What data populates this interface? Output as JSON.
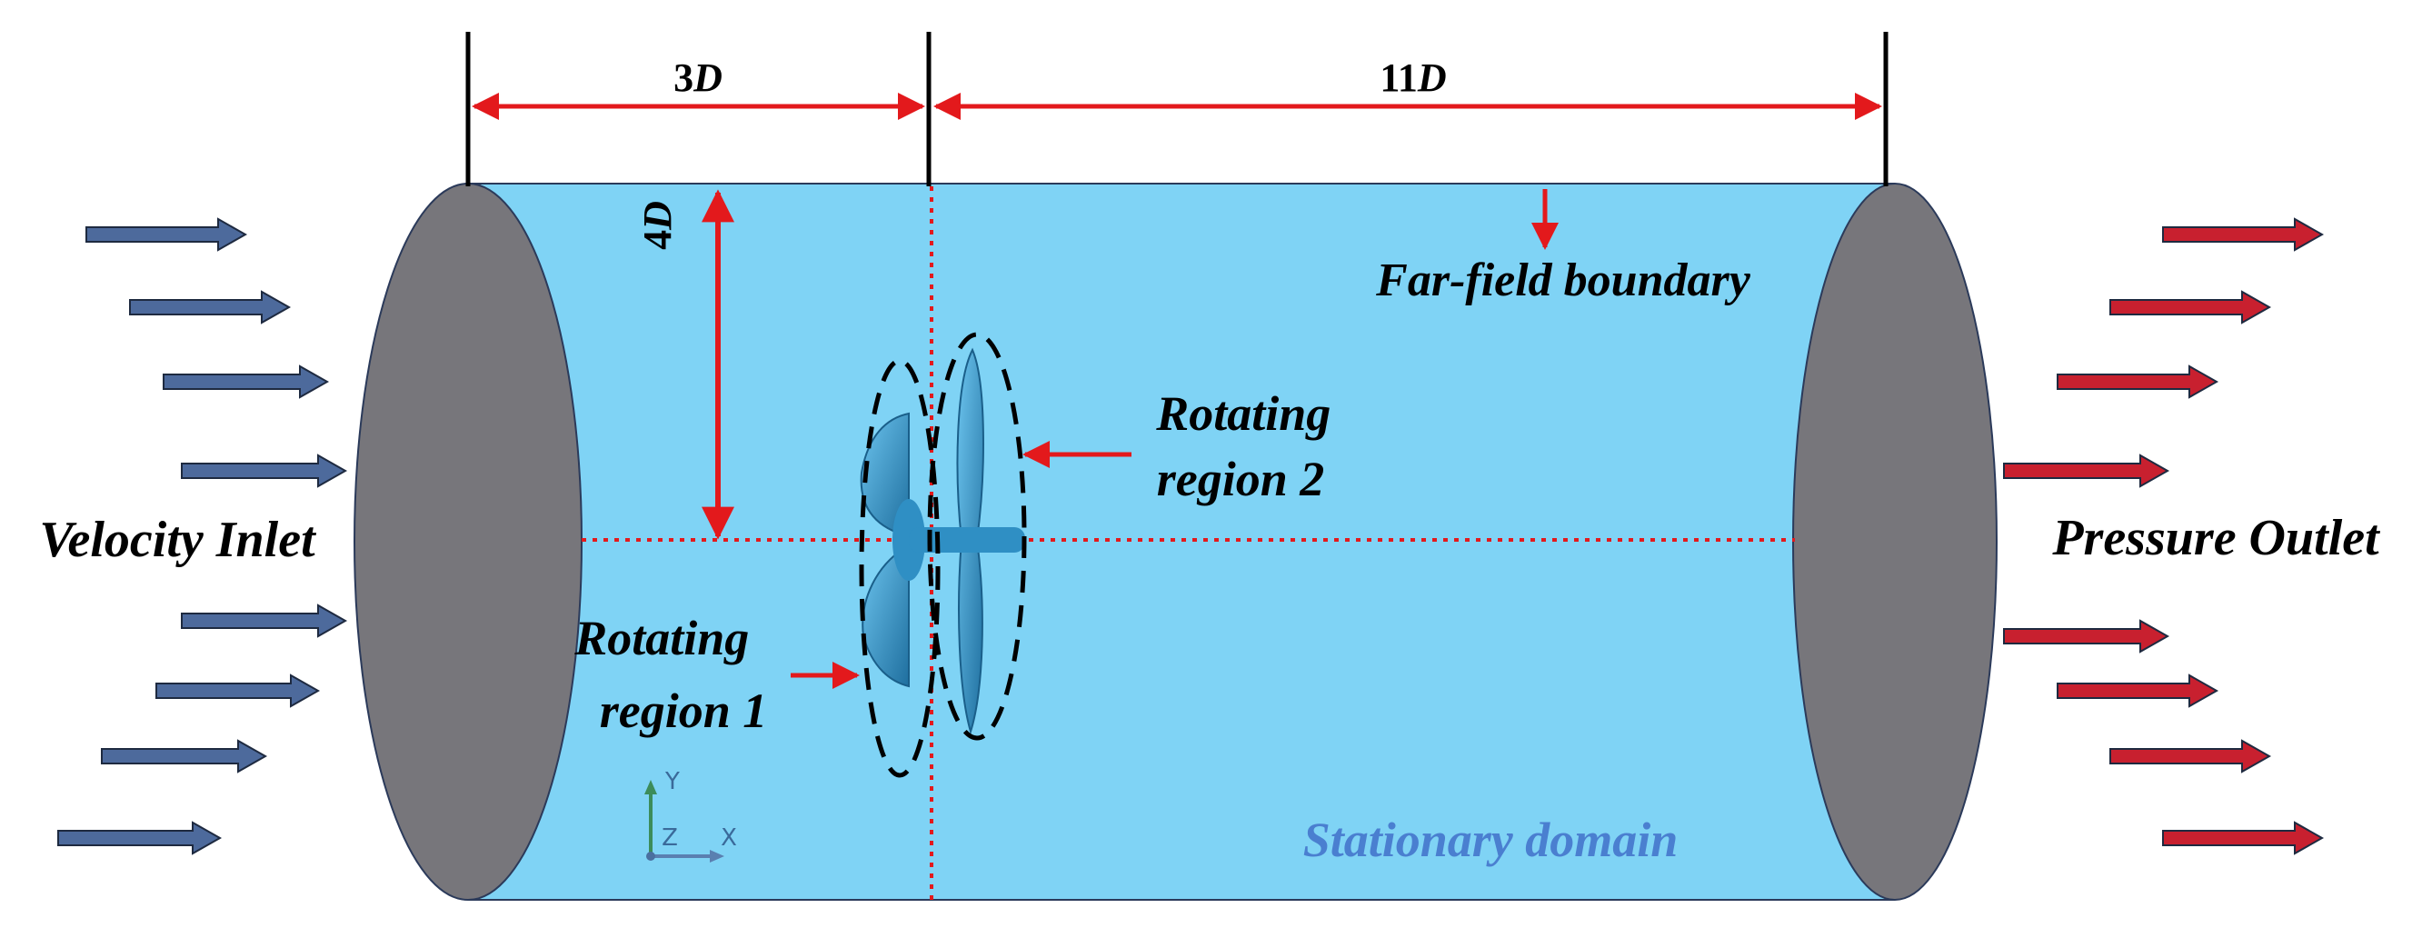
{
  "labels": {
    "dim_upstream_num": "3",
    "dim_upstream_var": "D",
    "dim_downstream_num": "11",
    "dim_downstream_var": "D",
    "dim_radius_num": "4",
    "dim_radius_var": "D",
    "velocity_inlet": "Velocity Inlet",
    "pressure_outlet": "Pressure Outlet",
    "far_field": "Far-field boundary",
    "rotating_region_2_line1": "Rotating",
    "rotating_region_2_line2": "region 2",
    "rotating_region_1_line1": "Rotating",
    "rotating_region_1_line2": "region 1",
    "stationary_domain": "Stationary domain"
  },
  "axes": {
    "y": "Y",
    "z": "Z",
    "x": "X"
  },
  "colors": {
    "domain_fill": "#7fd3f5",
    "end_cap": "#77767b",
    "dimension_red": "#e3191c",
    "inlet_arrow": "#4d6a9c",
    "outlet_arrow": "#c8202f",
    "stationary_text": "#4a7fd0",
    "propeller": "#2f8fc4"
  }
}
